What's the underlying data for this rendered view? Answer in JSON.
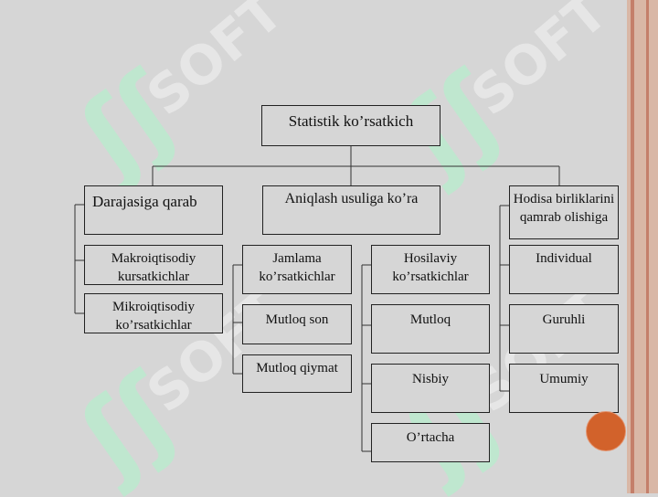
{
  "diagram": {
    "root": "Statistik ko’rsatkich",
    "branches": [
      {
        "label": "Darajasiga qarab",
        "children": [
          "Makroiqtisodiy kursatkichlar",
          "Mikroiqtisodiy ko’rsatkichlar"
        ]
      },
      {
        "label": "Aniqlash usuliga ko’ra",
        "groups": [
          {
            "label": "Jamlama ko’rsatkichlar",
            "children": [
              "Mutloq son",
              "Mutloq qiymat"
            ]
          },
          {
            "label": "Hosilaviy ko’rsatkichlar",
            "children": [
              "Mutloq",
              "Nisbiy",
              "O’rtacha"
            ]
          }
        ]
      },
      {
        "label": "Hodisa birliklarini qamrab olishiga",
        "children": [
          "Individual",
          "Guruhli",
          "Umumiy"
        ]
      }
    ]
  },
  "watermark": {
    "brand": "SOFT",
    "icon": "soft-logo-icon"
  },
  "colors": {
    "background": "#d6d6d6",
    "accent_dot": "#d2622b",
    "border_band": "#d9b7a6",
    "watermark_mark": "#bfe7cf"
  }
}
